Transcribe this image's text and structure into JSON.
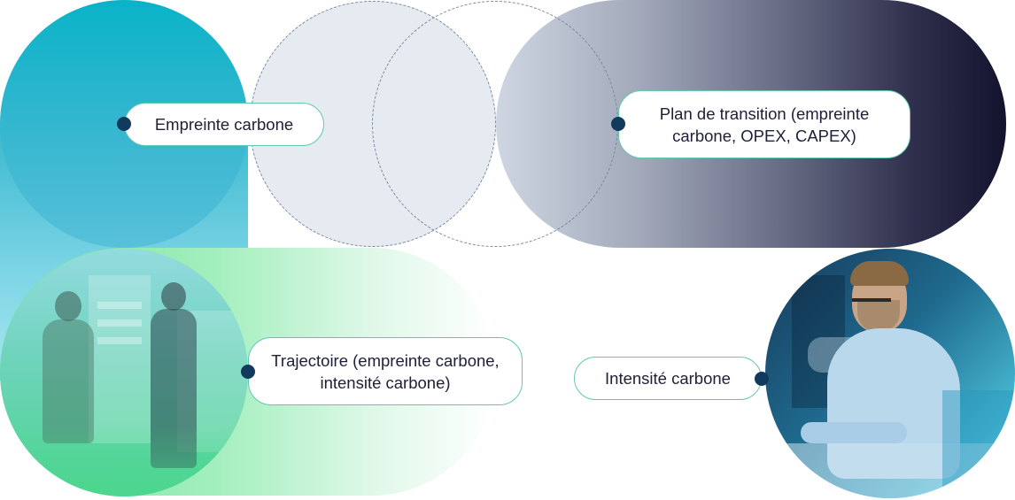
{
  "labels": {
    "empreinte": "Empreinte carbone",
    "plan": "Plan de transition (empreinte carbone, OPEX, CAPEX)",
    "trajectoire": "Trajectoire (empreinte carbone, intensité carbone)",
    "intensite": "Intensité carbone"
  },
  "colors": {
    "teal": "#0ab3c8",
    "navy_dark": "#13132e",
    "green": "#6fe39a",
    "label_border": "#61c8b0",
    "dot": "#123a5c"
  },
  "images": {
    "left_photo": "industrial-workers-photo",
    "right_photo": "engineer-at-workstation-photo"
  }
}
